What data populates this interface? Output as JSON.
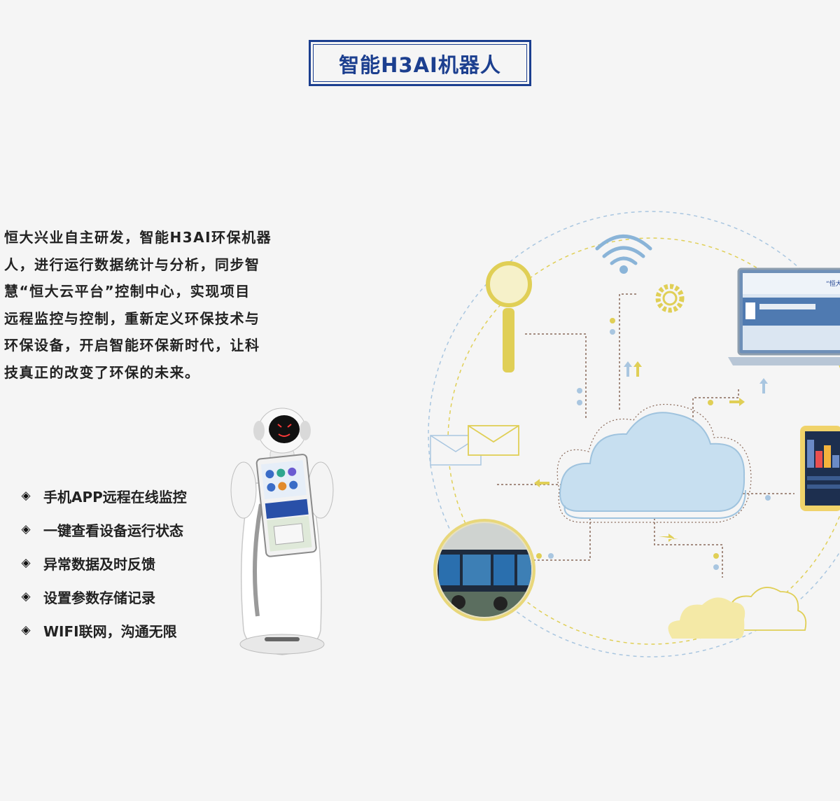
{
  "page": {
    "title": "智能H3AI机器人",
    "intro_lines": [
      "恒大兴业自主研发，智能H3AI环保机器",
      "人，进行运行数据统计与分析，同步智",
      "慧“恒大云平台”控制中心，实现项目",
      "远程监控与控制，重新定义环保技术与",
      "环保设备，开启智能环保新时代，让科",
      "技真正的改变了环保的未来。"
    ],
    "features": [
      "手机APP远程在线监控",
      "一键查看设备运行状态",
      "异常数据及时反馈",
      "设置参数存储记录",
      "WIFI联网，沟通无限"
    ],
    "bullet_glyph": "◈",
    "monitor_header": "“恒大云"
  },
  "colors": {
    "brand_blue": "#1c3f8f",
    "cloud_blue": "#c7dff0",
    "cloud_stroke": "#9fc3de",
    "accent_yellow": "#e8d25a",
    "dot_blue": "#a9c6e0",
    "dashed_line": "#8a6a5a"
  },
  "icons": [
    "wifi-icon",
    "magnifier-icon",
    "gear-icon",
    "envelope-icon",
    "cloud-icon",
    "laptop-icon",
    "tablet-icon",
    "up-arrow-icon",
    "right-arrow-icon",
    "left-arrow-icon"
  ]
}
